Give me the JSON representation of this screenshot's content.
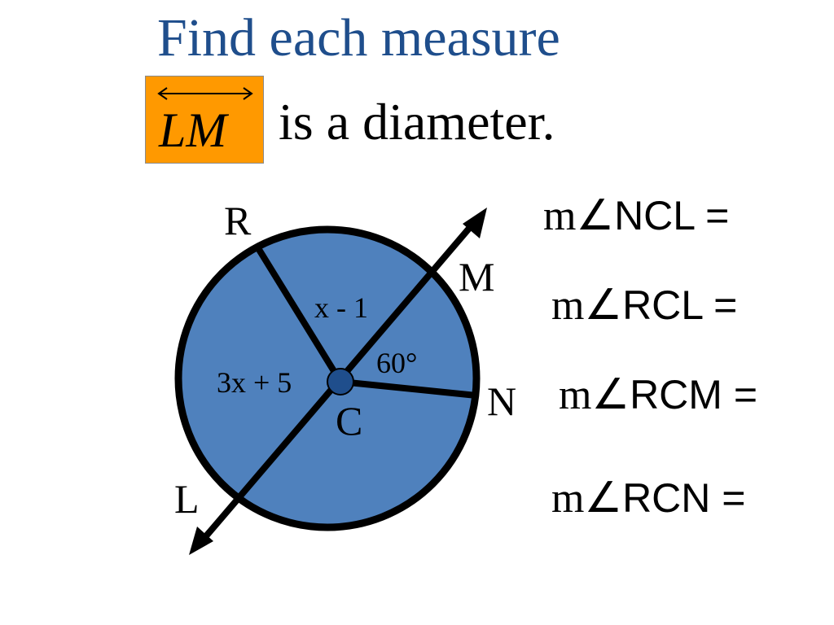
{
  "title": "Find each measure",
  "segment": {
    "label": "LM",
    "statement": "is a diameter.",
    "box_color": "#ff9900"
  },
  "diagram": {
    "points": {
      "R": "R",
      "M": "M",
      "N": "N",
      "L": "L",
      "C": "C"
    },
    "labels": {
      "angle_rcm": "x - 1",
      "angle_mcn": "60°",
      "angle_rcl": "3x + 5"
    },
    "circle_fill": "#4f81bd",
    "center_fill": "#1f4e8c"
  },
  "questions": [
    {
      "prefix": "m∠",
      "text": "NCL ="
    },
    {
      "prefix": "m∠",
      "text": "RCL ="
    },
    {
      "prefix": "m∠",
      "text": "RCM ="
    },
    {
      "prefix": "m∠",
      "text": "RCN ="
    }
  ],
  "title_color": "#1f4e8c"
}
